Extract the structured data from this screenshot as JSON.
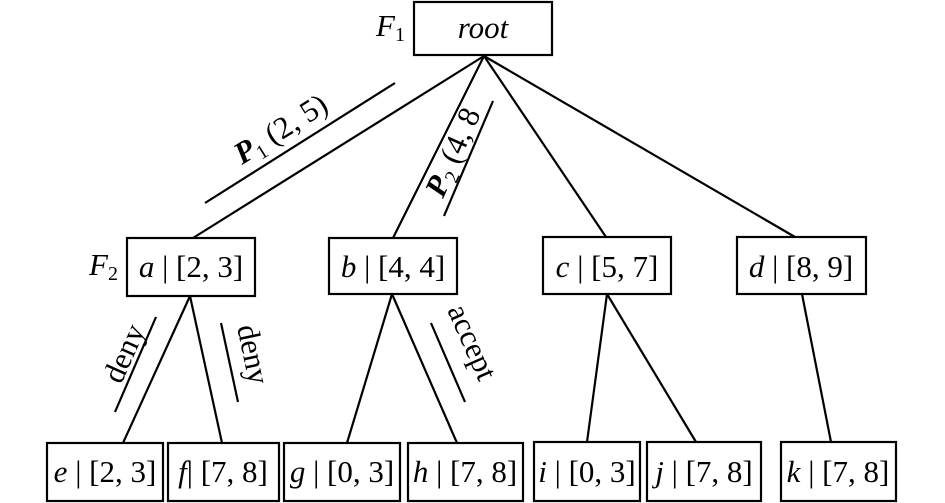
{
  "diagram": {
    "type": "tree",
    "root": {
      "id": "root",
      "label": "root",
      "interval": null,
      "level_label": "F",
      "level_sub": "1"
    },
    "level_labels": [
      {
        "text": "F",
        "sub": "1"
      },
      {
        "text": "F",
        "sub": "2"
      }
    ],
    "nodes": [
      {
        "id": "root",
        "name": "root",
        "interval": ""
      },
      {
        "id": "a",
        "name": "a",
        "sep": " | ",
        "interval": "[2, 3]"
      },
      {
        "id": "b",
        "name": "b",
        "sep": " | ",
        "interval": "[4, 4]"
      },
      {
        "id": "c",
        "name": "c",
        "sep": " | ",
        "interval": "[5, 7]"
      },
      {
        "id": "d",
        "name": "d",
        "sep": " | ",
        "interval": "[8, 9]"
      },
      {
        "id": "e",
        "name": "e",
        "sep": " | ",
        "interval": "[2, 3]"
      },
      {
        "id": "f",
        "name": "f",
        "sep": "| ",
        "interval": "[7, 8]"
      },
      {
        "id": "g",
        "name": "g",
        "sep": " | ",
        "interval": "[0, 3]"
      },
      {
        "id": "h",
        "name": "h",
        "sep": " | ",
        "interval": "[7, 8]"
      },
      {
        "id": "i",
        "name": "i",
        "sep": " | ",
        "interval": "[0, 3]"
      },
      {
        "id": "j",
        "name": "j",
        "sep": " | ",
        "interval": "[7, 8]"
      },
      {
        "id": "k",
        "name": "k",
        "sep": " | ",
        "interval": "[7, 8]"
      }
    ],
    "edges": [
      {
        "from": "root",
        "to": "a",
        "label": {
          "main": "P",
          "sub": "1",
          "rest": " (2, 5)"
        }
      },
      {
        "from": "root",
        "to": "b",
        "label": {
          "main": "P",
          "sub": "2",
          "rest": " (4, 8"
        }
      },
      {
        "from": "root",
        "to": "c"
      },
      {
        "from": "root",
        "to": "d"
      },
      {
        "from": "a",
        "to": "e",
        "label": {
          "main": "deny"
        }
      },
      {
        "from": "a",
        "to": "f",
        "label": {
          "main": "deny"
        }
      },
      {
        "from": "b",
        "to": "g"
      },
      {
        "from": "b",
        "to": "h",
        "label": {
          "main": "accept"
        }
      },
      {
        "from": "c",
        "to": "i"
      },
      {
        "from": "c",
        "to": "j"
      },
      {
        "from": "d",
        "to": "k"
      }
    ]
  }
}
